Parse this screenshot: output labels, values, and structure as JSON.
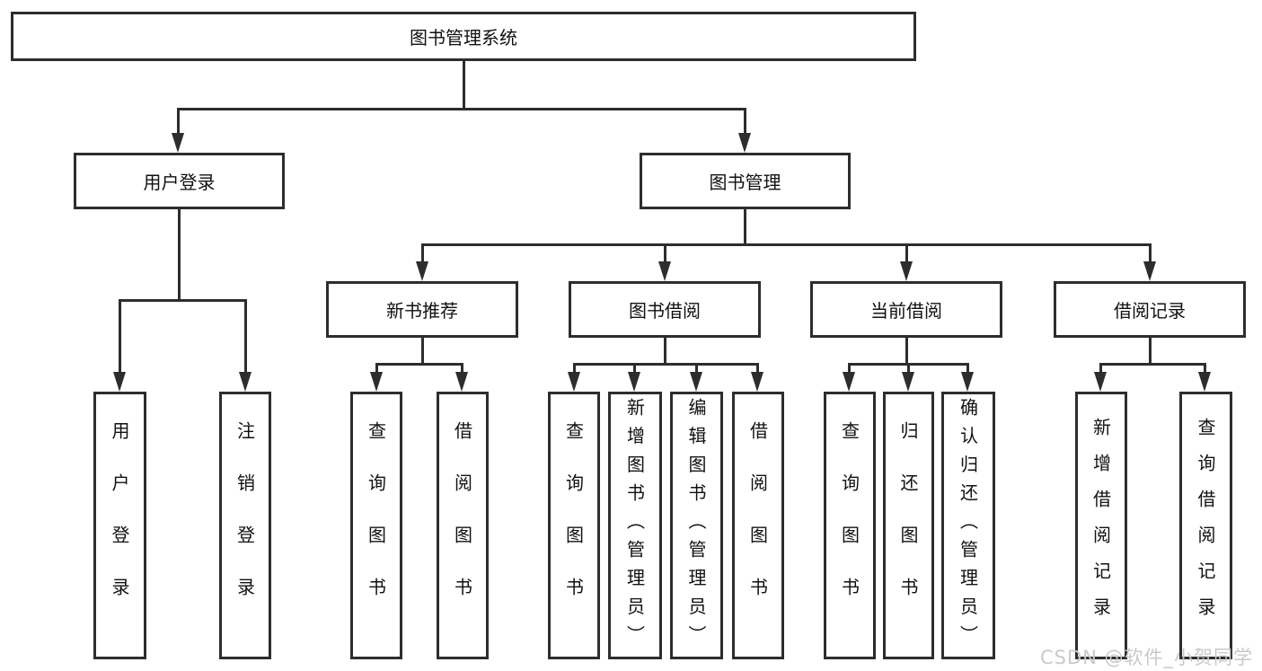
{
  "diagram": {
    "root": "图书管理系统",
    "branches": [
      {
        "label": "用户登录",
        "children": [
          "用户登录",
          "注销登录"
        ]
      },
      {
        "label": "图书管理",
        "children": [
          {
            "label": "新书推荐",
            "children": [
              "查询图书",
              "借阅图书"
            ]
          },
          {
            "label": "图书借阅",
            "children": [
              "查询图书",
              "新增图书（管理员）",
              "编辑图书（管理员）",
              "借阅图书"
            ]
          },
          {
            "label": "当前借阅",
            "children": [
              "查询图书",
              "归还图书",
              "确认归还（管理员）"
            ]
          },
          {
            "label": "借阅记录",
            "children": [
              "新增借阅记录",
              "查询借阅记录"
            ]
          }
        ]
      }
    ]
  },
  "watermark": "CSDN @软件_小贺同学",
  "colors": {
    "line": "#2d2d2d",
    "box_border": "#2d2d2d",
    "text": "#111111",
    "watermark": "#c9c9c9",
    "background": "#ffffff"
  }
}
